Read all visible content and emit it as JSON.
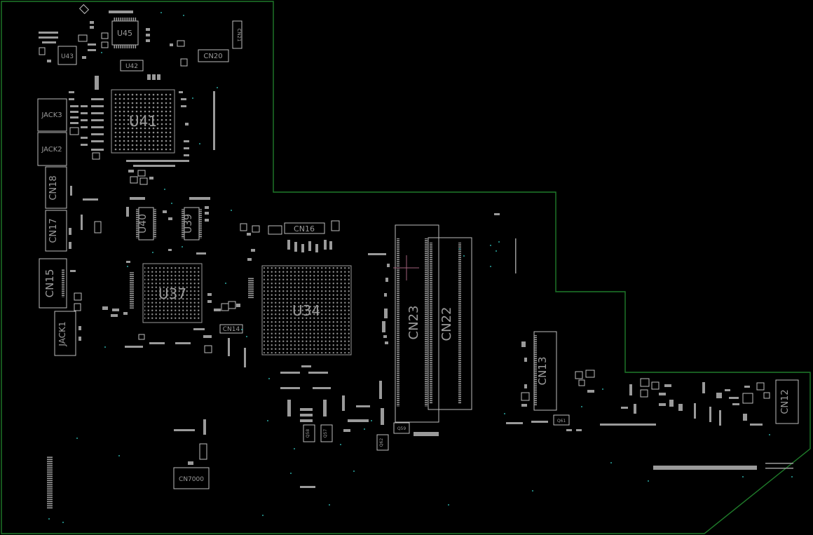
{
  "viewer": {
    "colors": {
      "background": "#000000",
      "board_outline": "#1f7a2a",
      "component": "#bdbdbd",
      "label": "#9a9a9a",
      "via": "#2aa6a0",
      "cursor": "#a0607a"
    }
  },
  "components": {
    "u45": "U45",
    "u43": "U43",
    "u42": "U42",
    "cn20": "CN20",
    "cn21": "CN21",
    "u41": "U41",
    "jack3": "JACK3",
    "jack2": "JACK2",
    "cn18": "CN18",
    "cn17": "CN17",
    "cn15": "CN15",
    "jack1": "JACK1",
    "u40": "U40",
    "u39": "U39",
    "u37": "U37",
    "cn16": "CN16",
    "cn14": "CN14",
    "u34": "U34",
    "cn23": "CN23",
    "cn22": "CN22",
    "cn13": "CN13",
    "cn12": "CN12",
    "cn7000": "CN7000",
    "q58": "Q58",
    "q57": "Q57",
    "q59": "Q59",
    "q62": "Q62",
    "q61": "Q61"
  }
}
